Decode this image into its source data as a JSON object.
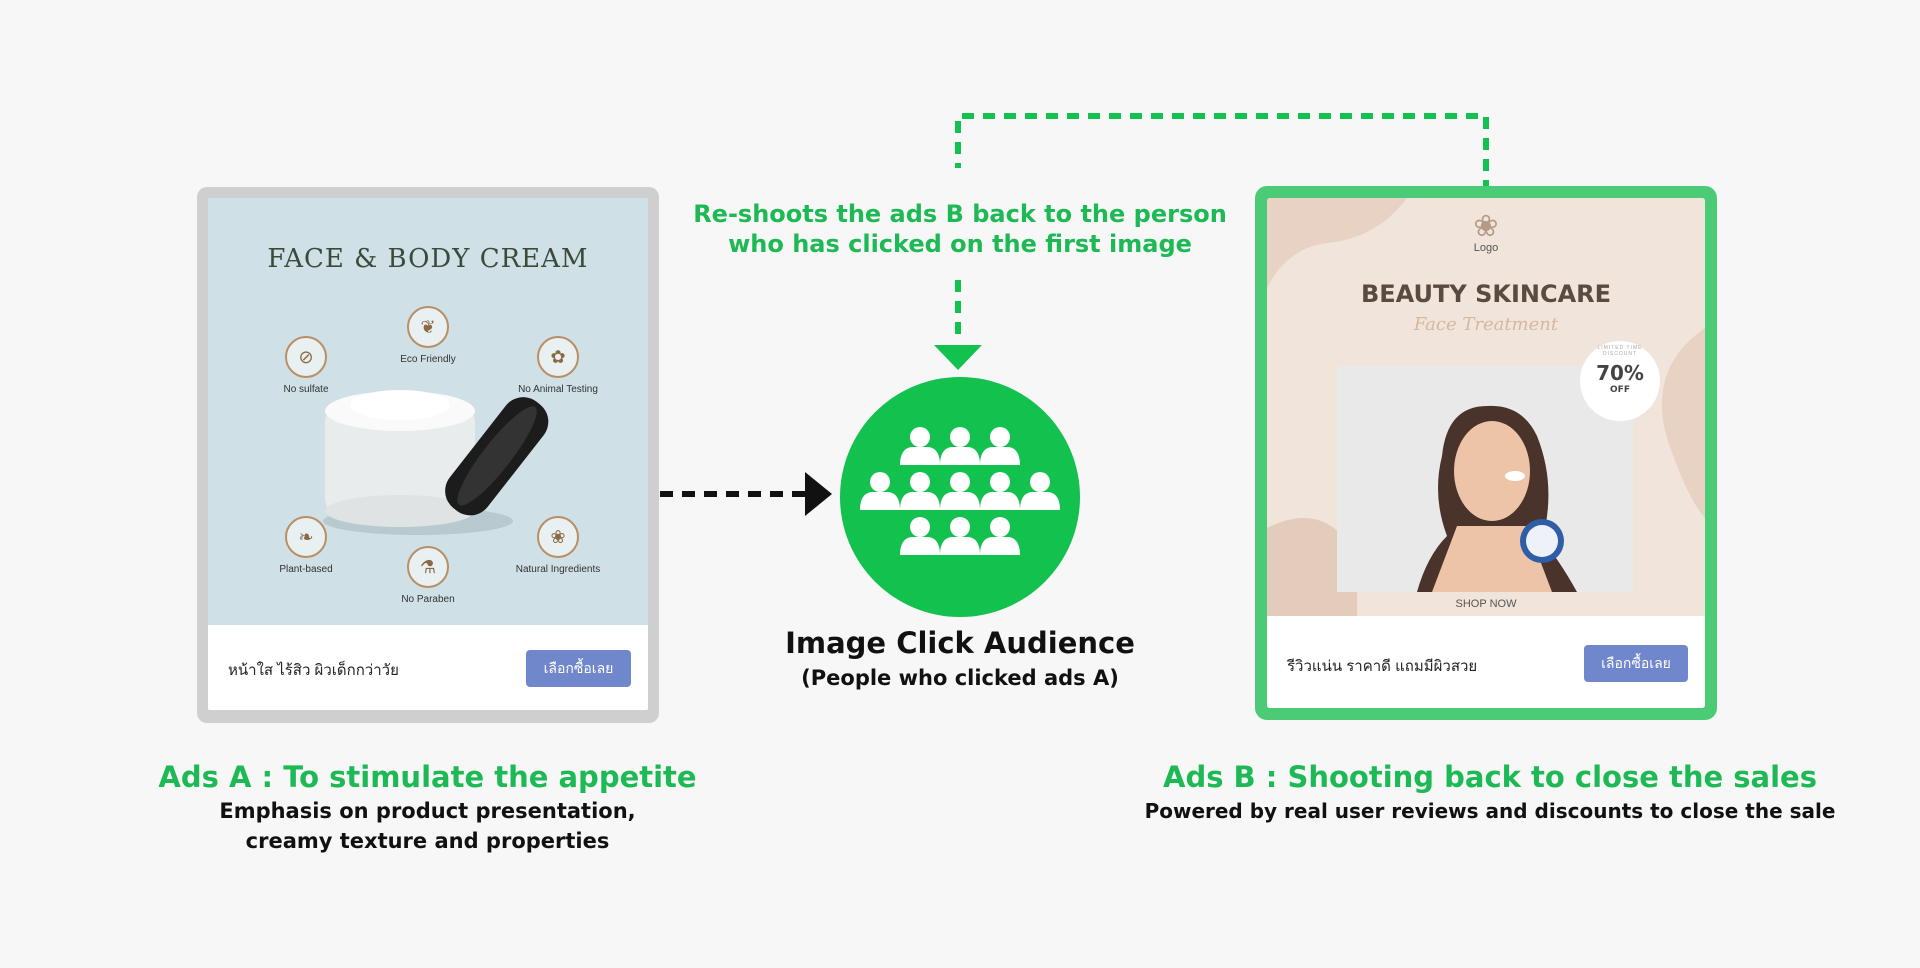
{
  "colors": {
    "accent": "#1db954",
    "ad_b_border": "#4ccb77",
    "ad_a_border": "#cfcfcf",
    "button": "#7087cc",
    "audience": "#13c14f"
  },
  "ad_a": {
    "product_title": "FACE & BODY CREAM",
    "features": [
      {
        "label": "No sulfate",
        "icon": "no-sulfate-icon"
      },
      {
        "label": "Eco Friendly",
        "icon": "leaf-icon"
      },
      {
        "label": "No Animal Testing",
        "icon": "paw-icon"
      },
      {
        "label": "Plant-based",
        "icon": "plant-icon"
      },
      {
        "label": "No Paraben",
        "icon": "no-paraben-icon"
      },
      {
        "label": "Natural Ingredients",
        "icon": "natural-leaf-icon"
      }
    ],
    "caption": "หน้าใส ไร้สิว ผิวเด็กกว่าวัย",
    "button": "เลือกซื้อเลย",
    "heading": "Ads A : To stimulate the appetite",
    "desc_line1": "Emphasis on product presentation,",
    "desc_line2": "creamy texture and properties"
  },
  "ad_b": {
    "logo": "Logo",
    "product_title": "BEAUTY SKINCARE",
    "subtitle": "Face Treatment",
    "badge_percent": "70%",
    "badge_off": "OFF",
    "badge_ring": "LIMITED TIME DISCOUNT",
    "shop_now": "SHOP NOW",
    "caption": "รีวิวแน่น ราคาดี แถมมีผิวสวย",
    "button": "เลือกซื้อเลย",
    "heading": "Ads B : Shooting back to close the sales",
    "desc": "Powered by real user reviews and discounts to close the sale"
  },
  "audience": {
    "title": "Image Click Audience",
    "subtitle": "(People who clicked ads A)",
    "icon": "people-group-icon"
  },
  "retarget": {
    "line1": "Re-shoots the ads B back to the person",
    "line2": "who has clicked on the first image"
  }
}
